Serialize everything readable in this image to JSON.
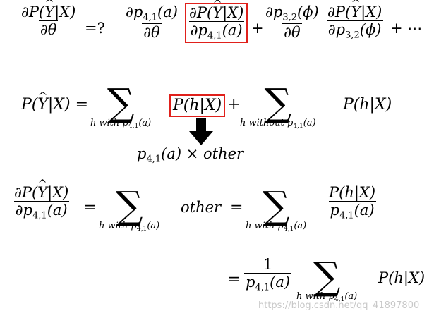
{
  "row1": {
    "lhs_num": "∂P(Ŷ|X)",
    "lhs_den": "∂θ",
    "eq": "=?",
    "t1_num": "∂p4,1(a)",
    "t1_den": "∂θ",
    "t2_num": "∂P(Ŷ|X)",
    "t2_den": "∂p4,1(a)",
    "plus": "+",
    "t3_num": "∂p3,2(ϕ)",
    "t3_den": "∂θ",
    "t4_num": "∂P(Ŷ|X)",
    "t4_den": "∂p3,2(ϕ)",
    "tail": "+ ⋯"
  },
  "row2": {
    "lhs": "P(Ŷ|X) =",
    "sum1_under": "h with p4,1(a)",
    "boxed": "P(h|X)",
    "plus": "+",
    "sum2_under": "h without p4,1(a)",
    "rhs": "P(h|X)",
    "expansion": "p4,1(a) × other"
  },
  "row3": {
    "lhs_num": "∂P(Ŷ|X)",
    "lhs_den": "∂p4,1(a)",
    "eq1": "=",
    "sum1_under": "h with p4,1(a)",
    "other": "other",
    "eq2": "=",
    "sum2_under": "h with p4,1(a)",
    "frac_num": "P(h|X)",
    "frac_den": "p4,1(a)"
  },
  "row4": {
    "eq": "=",
    "frac_num": "1",
    "frac_den": "p4,1(a)",
    "sum_under": "h with p4,1(a)",
    "rhs": "P(h|X)"
  },
  "watermark": "https://blog.csdn.net/qq_41897800",
  "colors": {
    "box": "#e0201b",
    "arrow": "#000000",
    "watermark": "#c8c8c8"
  }
}
